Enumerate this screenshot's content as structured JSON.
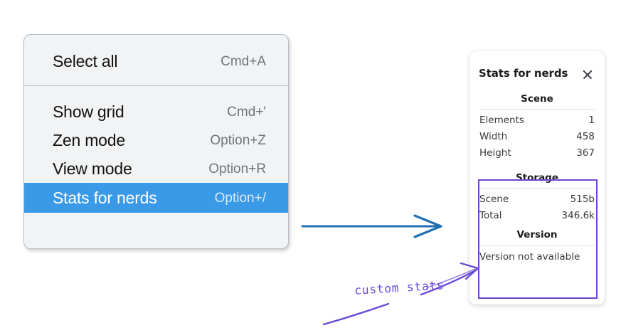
{
  "menu": {
    "groups": [
      {
        "items": [
          {
            "label": "Select all",
            "shortcut": "Cmd+A",
            "highlighted": false
          }
        ]
      },
      {
        "items": [
          {
            "label": "Show grid",
            "shortcut": "Cmd+'",
            "highlighted": false
          },
          {
            "label": "Zen mode",
            "shortcut": "Option+Z",
            "highlighted": false
          },
          {
            "label": "View mode",
            "shortcut": "Option+R",
            "highlighted": false
          },
          {
            "label": "Stats for nerds",
            "shortcut": "Option+/",
            "highlighted": true
          }
        ]
      }
    ],
    "highlight_color": "#3b9ae8",
    "background_color": "#f1f3f4"
  },
  "stats_panel": {
    "title": "Stats for nerds",
    "close_icon": "close-icon",
    "sections": [
      {
        "heading": "Scene",
        "rows": [
          {
            "label": "Elements",
            "value": "1"
          },
          {
            "label": "Width",
            "value": "458"
          },
          {
            "label": "Height",
            "value": "367"
          }
        ]
      },
      {
        "heading": "Storage",
        "rows": [
          {
            "label": "Scene",
            "value": "515b"
          },
          {
            "label": "Total",
            "value": "346.6k"
          }
        ]
      },
      {
        "heading": "Version",
        "note": "Version not available",
        "rows": []
      }
    ]
  },
  "annotations": {
    "custom_stats_label": "custom stats",
    "annotation_color": "#6a4bd6",
    "arrow_color": "#1f6fb2"
  }
}
